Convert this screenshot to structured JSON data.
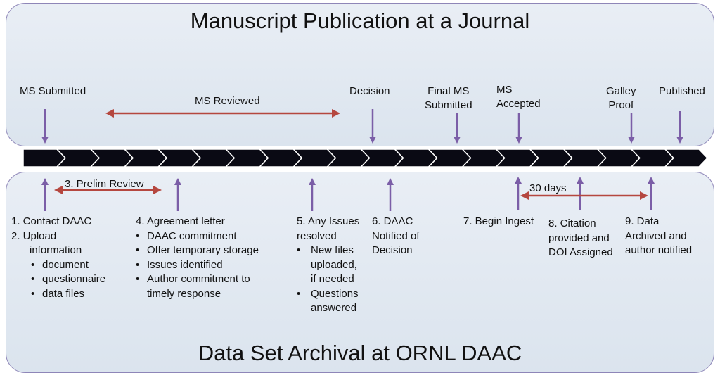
{
  "top_title": "Manuscript Publication at a Journal",
  "bottom_title": "Data Set Archival at ORNL DAAC",
  "journal_steps": {
    "ms_submitted": "MS Submitted",
    "ms_reviewed": "MS Reviewed",
    "decision": "Decision",
    "final_ms_1": "Final MS",
    "final_ms_2": "Submitted",
    "ms_accepted_1": "MS",
    "ms_accepted_2": "Accepted",
    "galley_1": "Galley",
    "galley_2": "Proof",
    "published": "Published"
  },
  "archival_steps": {
    "prelim_review": "3. Prelim Review",
    "thirty_days": "30 days",
    "step1": "1.   Contact DAAC",
    "step2": "2.   Upload",
    "step2_sub": "information",
    "step2_bullets": [
      "document",
      "questionnaire",
      "data files"
    ],
    "step4": "4.  Agreement letter",
    "step4_bullets": [
      "DAAC commitment",
      "Offer temporary storage",
      "Issues identified",
      "Author commitment to"
    ],
    "step4_cont": "timely response",
    "step5_1": "5. Any Issues",
    "step5_2": "resolved",
    "step5_b1": [
      "New files",
      "uploaded,",
      "if needed"
    ],
    "step5_b2": [
      "Questions",
      "answered"
    ],
    "step6_1": "6.  DAAC",
    "step6_2": "Notified of",
    "step6_3": "Decision",
    "step7": "7.  Begin Ingest",
    "step8_1": "8. Citation",
    "step8_2": "provided and",
    "step8_3": "DOI Assigned",
    "step9_1": "9.  Data",
    "step9_2": "Archived and",
    "step9_3": "author notified"
  },
  "colors": {
    "down_arrow": "#7b5ea7",
    "red_arrow": "#b5473f",
    "chevron": "#0a0a14",
    "border": "#8e86b8"
  }
}
